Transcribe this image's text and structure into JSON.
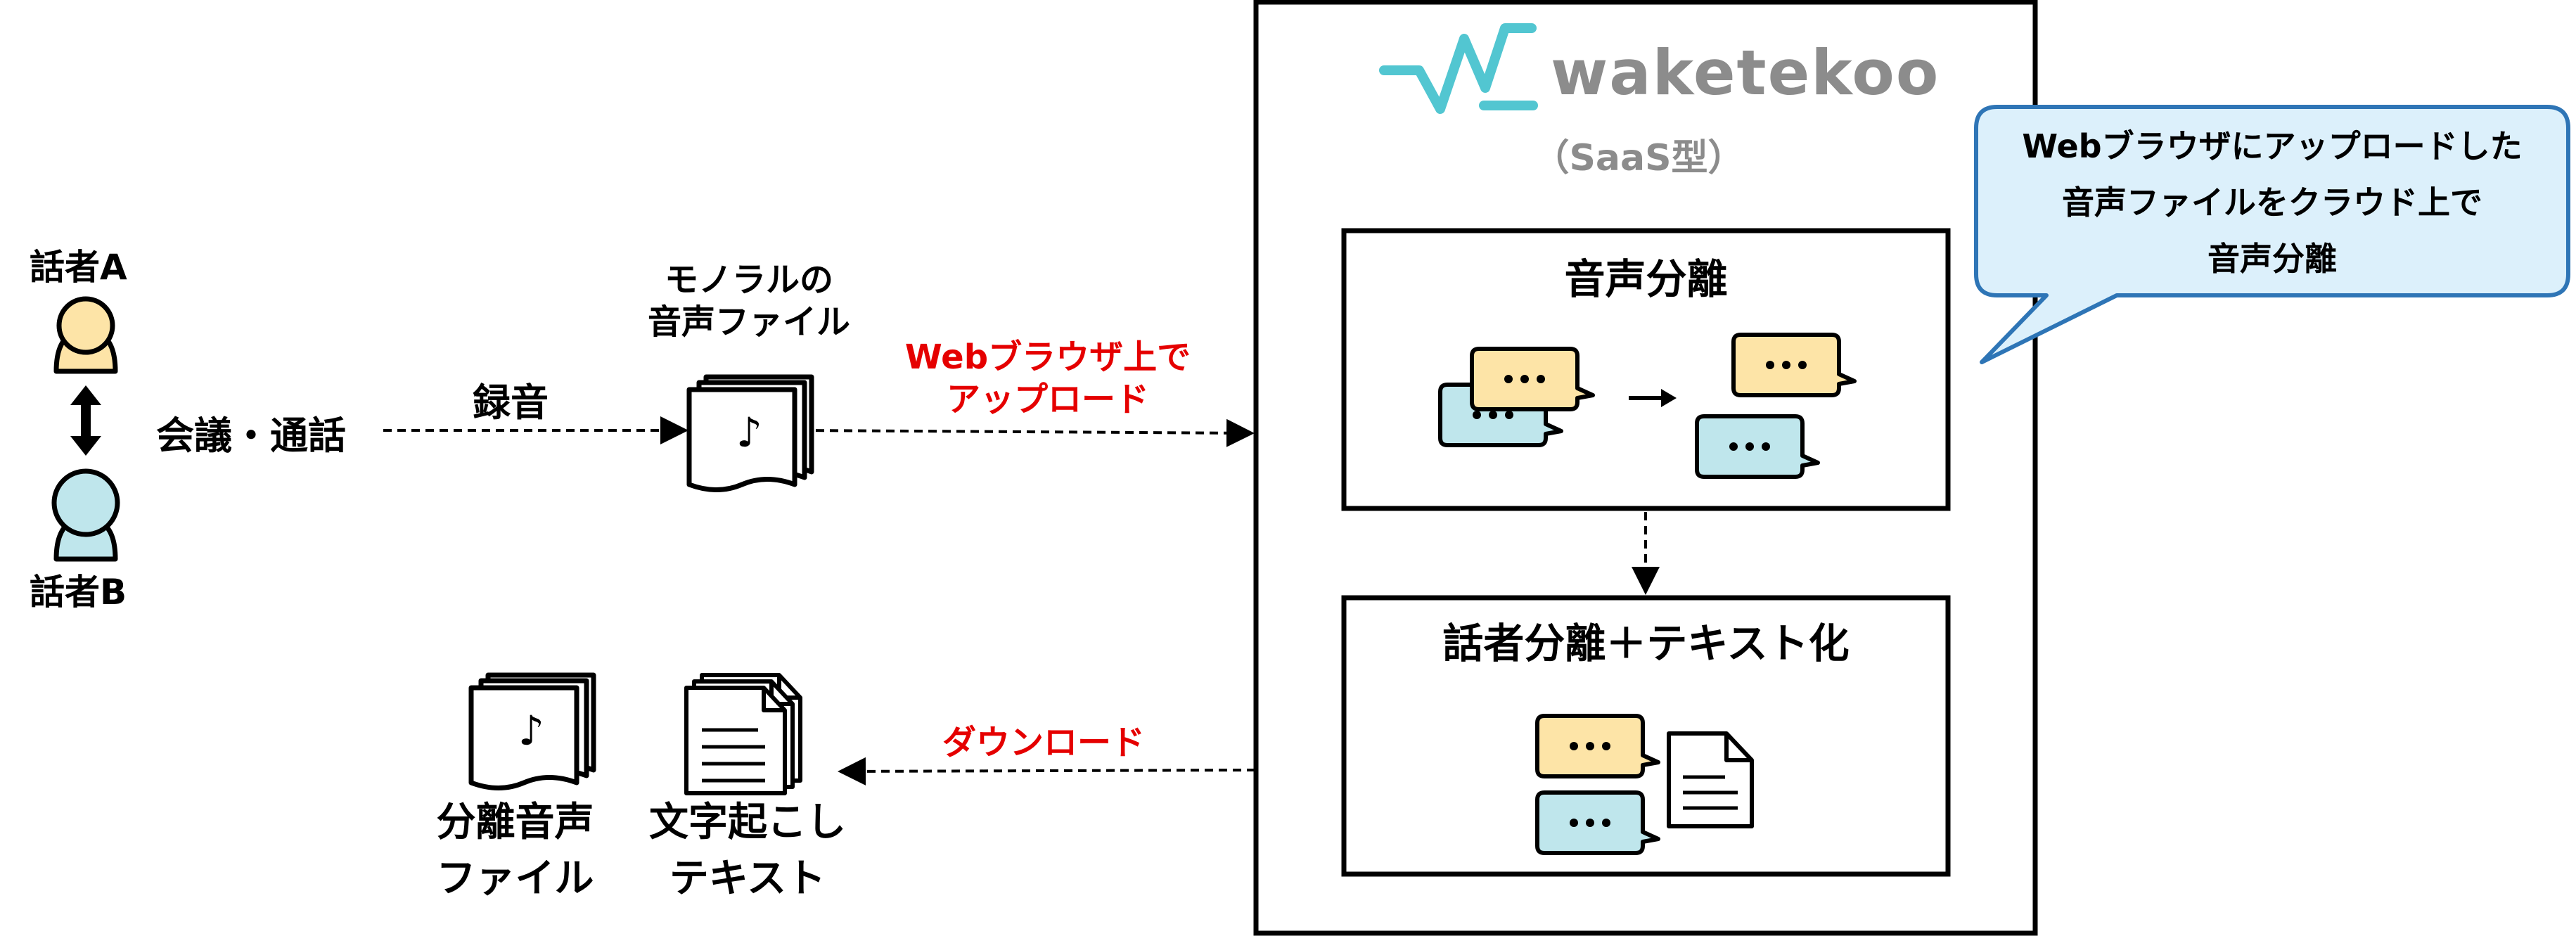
{
  "speakers": {
    "a_label": "話者A",
    "b_label": "話者B",
    "a_color": "#fde4a7",
    "b_color": "#bfe6ec"
  },
  "flow": {
    "meeting_label": "会議・通話",
    "record_label": "録音",
    "mono_file_line1": "モノラルの",
    "mono_file_line2": "音声ファイル",
    "upload_line1": "Webブラウザ上で",
    "upload_line2": "アップロード",
    "download_label": "ダウンロード"
  },
  "outputs": {
    "separated_line1": "分離音声",
    "separated_line2": "ファイル",
    "transcript_line1": "文字起こし",
    "transcript_line2": "テキスト"
  },
  "saas": {
    "brand_name": "waketekoo",
    "type_label": "（SaaS型）",
    "brand_color": "#52c6d1",
    "text_gray": "#8c8c8c",
    "box1_title": "音声分離",
    "box2_title": "話者分離＋テキスト化"
  },
  "callout": {
    "line1": "Webブラウザにアップロードした",
    "line2": "音声ファイルをクラウド上で",
    "line3": "音声分離",
    "fill": "#dcf0fb",
    "stroke": "#2e75b6"
  },
  "icons": {
    "person": "person-icon",
    "arrow": "double-arrow-icon",
    "audio_file": "audio-file-stack-icon",
    "document": "document-stack-icon",
    "speech_bubble": "speech-bubble-icon"
  }
}
